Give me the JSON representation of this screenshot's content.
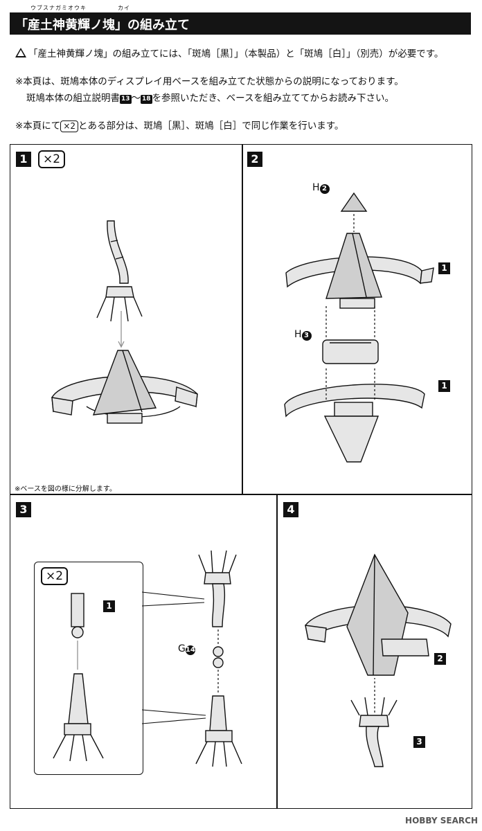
{
  "header": {
    "ruby_main": "ウブスナガミオウキ",
    "ruby_kai": "カイ",
    "title": "「産土神黄輝ノ塊」の組み立て"
  },
  "notes": {
    "line1": "「産土神黄輝ノ塊」の組み立てには、「斑鳩［黒］」（本製品）と「斑鳩［白］」（別売）が必要です。",
    "line2": "※本頁は、斑鳩本体のディスプレイ用ベースを組み立てた状態からの説明になっております。",
    "line3a": "斑鳩本体の組立説明書",
    "line3_from": "13",
    "line3_tilde": "～",
    "line3_to": "18",
    "line3b": "を参照いただき、ベースを組み立ててからお読み下さい。",
    "line4a": "※本頁にて",
    "line4_x2": "×2",
    "line4b": "とある部分は、斑鳩［黒］、斑鳩［白］で同じ作業を行います。"
  },
  "steps": {
    "s1": {
      "num": "1",
      "x2": "×2",
      "footnote": "※ベースを図の様に分解します。"
    },
    "s2": {
      "num": "2",
      "h2_letter": "H",
      "h2_num": "2",
      "h3_letter": "H",
      "h3_num": "3",
      "lab_a": "1",
      "lab_b": "1"
    },
    "s3": {
      "num": "3",
      "x2": "×2",
      "lab": "1",
      "g_letter": "G",
      "g_num": "14"
    },
    "s4": {
      "num": "4",
      "lab_a": "2",
      "lab_b": "3"
    }
  },
  "watermark": "HOBBY SEARCH",
  "colors": {
    "ink": "#111111",
    "part_fill": "#e6e6e6",
    "pyramid_fill": "#cfcfcf"
  }
}
